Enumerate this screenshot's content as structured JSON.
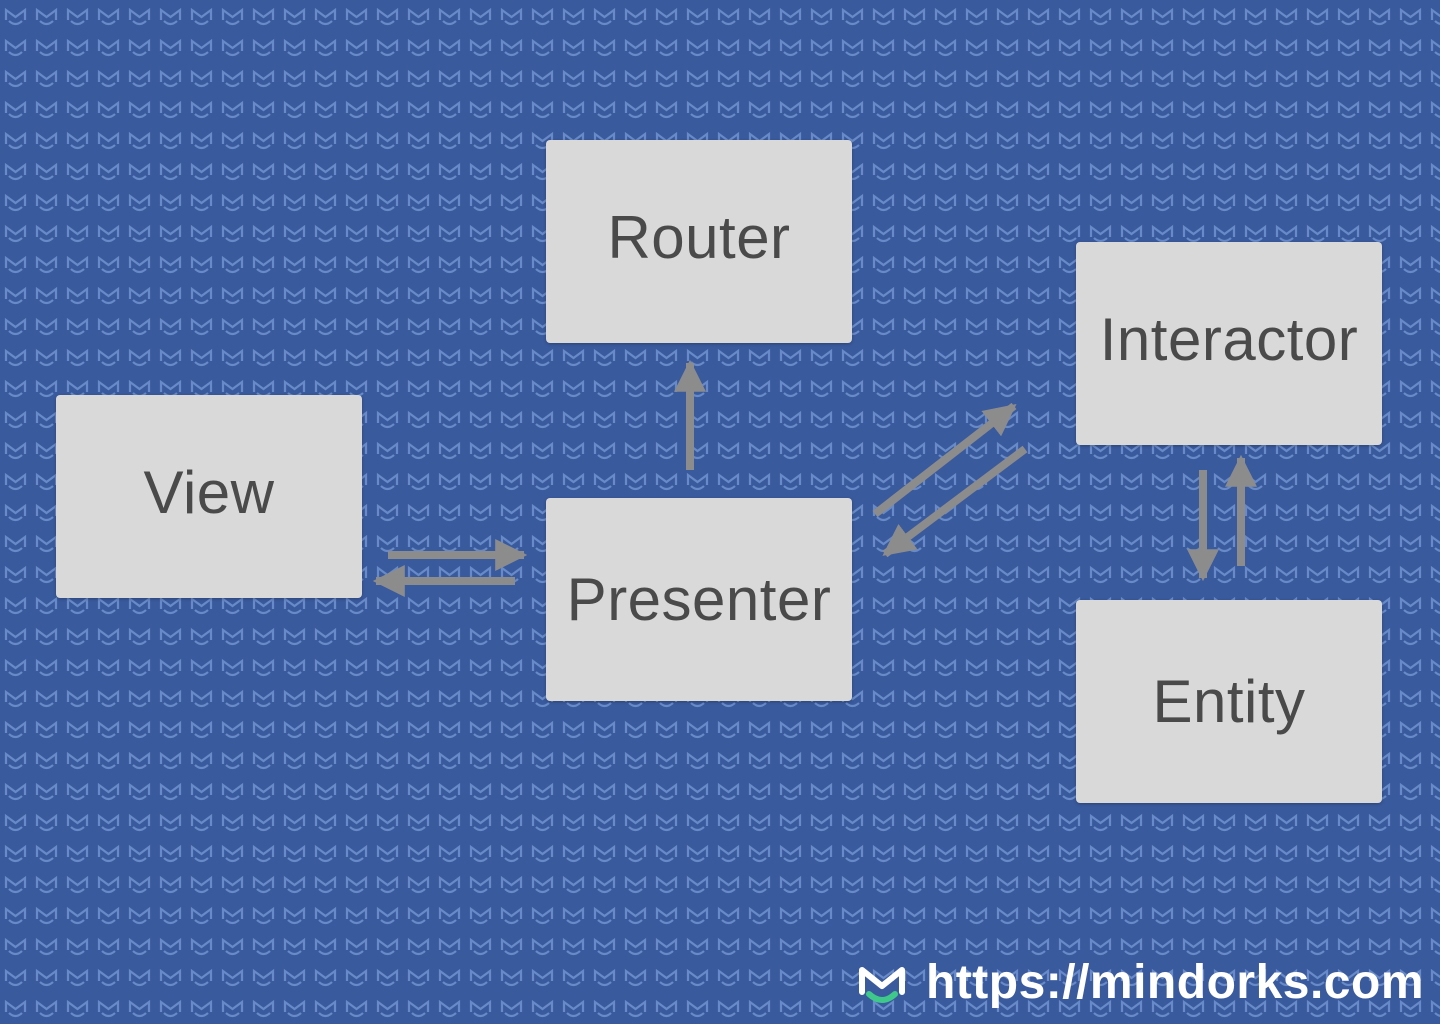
{
  "colors": {
    "background": "#3a5a9e",
    "pattern": "#6f93cf",
    "node_fill": "#d9d9d9",
    "node_text": "#4a4a4a",
    "arrow": "#8c8c8c",
    "watermark_text": "#ffffff",
    "logo_green": "#3ec98a"
  },
  "nodes": {
    "router": "Router",
    "view": "View",
    "presenter": "Presenter",
    "interactor": "Interactor",
    "entity": "Entity"
  },
  "edges": [
    {
      "from": "presenter",
      "to": "router"
    },
    {
      "from": "view",
      "to": "presenter"
    },
    {
      "from": "presenter",
      "to": "view"
    },
    {
      "from": "presenter",
      "to": "interactor"
    },
    {
      "from": "interactor",
      "to": "presenter"
    },
    {
      "from": "interactor",
      "to": "entity"
    },
    {
      "from": "entity",
      "to": "interactor"
    }
  ],
  "watermark": {
    "icon": "mindorks-logo-icon",
    "url": "https://mindorks.com"
  }
}
